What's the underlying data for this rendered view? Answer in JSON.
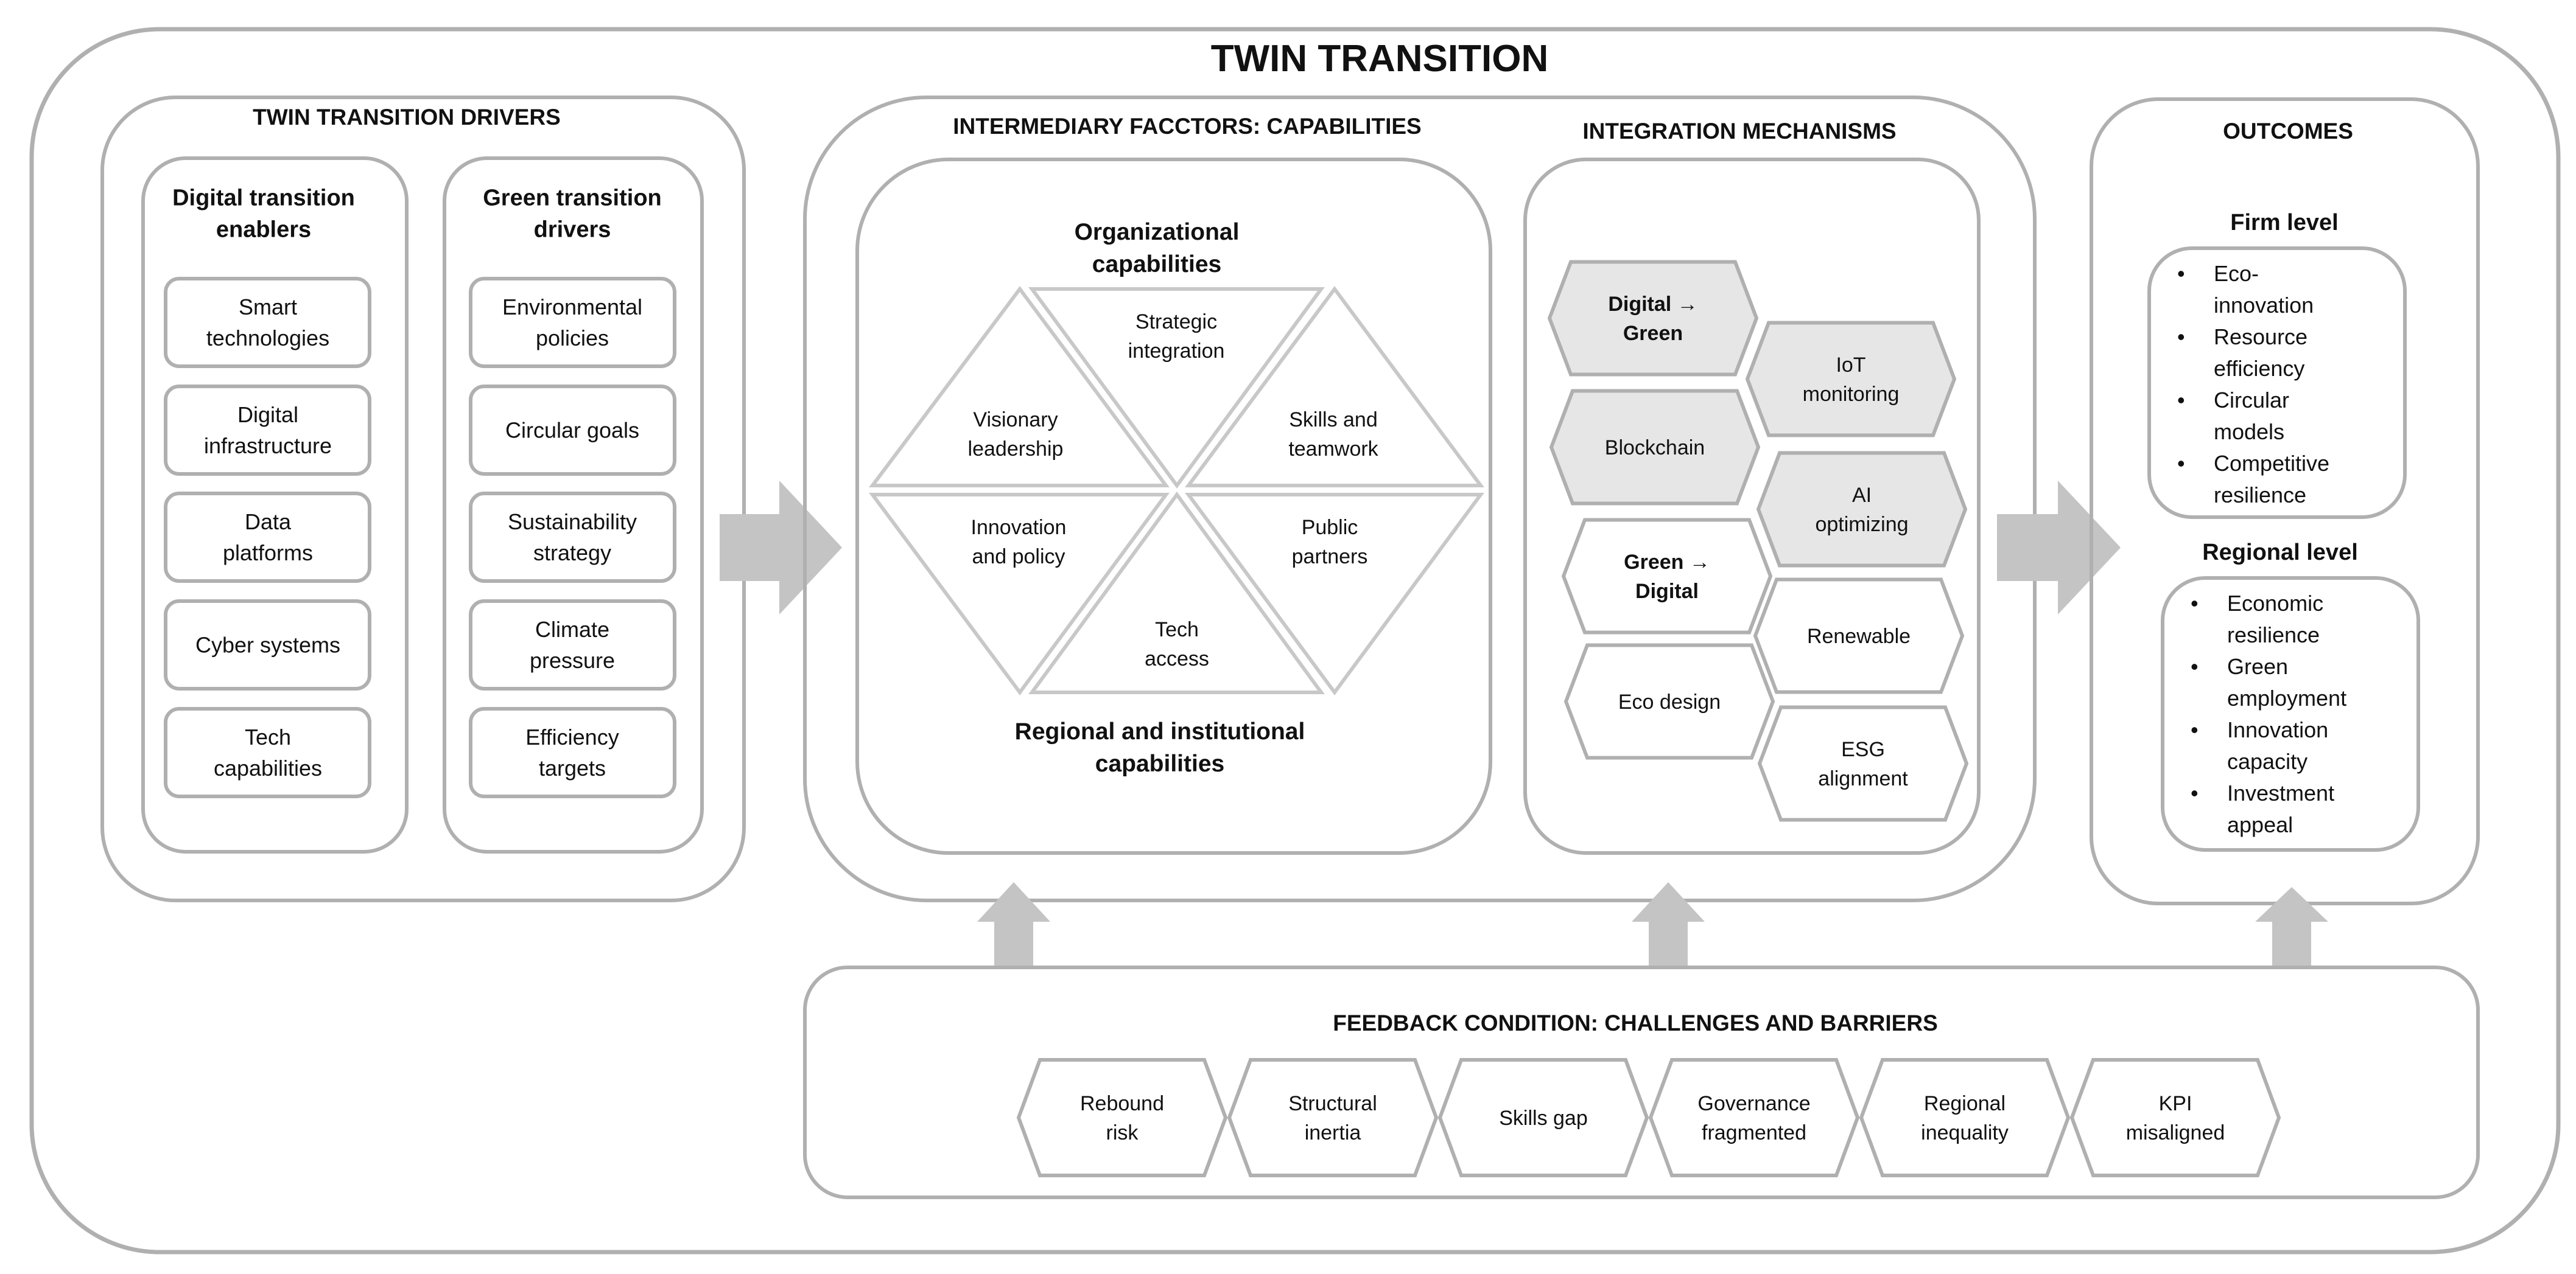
{
  "title": "TWIN TRANSITION",
  "drivers": {
    "heading": "TWIN TRANSITION DRIVERS",
    "digital": {
      "heading": [
        "Digital transition",
        "enablers"
      ],
      "items": [
        [
          "Smart",
          "technologies"
        ],
        [
          "Digital",
          "infrastructure"
        ],
        [
          "Data",
          "platforms"
        ],
        [
          "Cyber systems"
        ],
        [
          "Tech",
          "capabilities"
        ]
      ]
    },
    "green": {
      "heading": [
        "Green transition",
        "drivers"
      ],
      "items": [
        [
          "Environmental",
          "policies"
        ],
        [
          "Circular goals"
        ],
        [
          "Sustainability",
          "strategy"
        ],
        [
          "Climate",
          "pressure"
        ],
        [
          "Efficiency",
          "targets"
        ]
      ]
    }
  },
  "capabilities": {
    "heading": "INTERMEDIARY FACCTORS: CAPABILITIES",
    "top_label": [
      "Organizational",
      "capabilities"
    ],
    "bottom_label": [
      "Regional and institutional",
      "capabilities"
    ],
    "triangles": [
      [
        "Visionary",
        "leadership"
      ],
      [
        "Strategic",
        "integration"
      ],
      [
        "Skills and",
        "teamwork"
      ],
      [
        "Innovation",
        "and policy"
      ],
      [
        "Tech",
        "access"
      ],
      [
        "Public",
        "partners"
      ]
    ]
  },
  "integration": {
    "heading": "INTEGRATION MECHANISMS",
    "left": [
      {
        "text": [
          "Digital →",
          "Green"
        ],
        "bold": true,
        "shaded": true
      },
      {
        "text": [
          "Blockchain"
        ],
        "bold": false,
        "shaded": true
      },
      {
        "text": [
          "Green →",
          "Digital"
        ],
        "bold": true,
        "shaded": false
      },
      {
        "text": [
          "Eco design"
        ],
        "bold": false,
        "shaded": false
      }
    ],
    "right": [
      {
        "text": [
          "IoT",
          "monitoring"
        ],
        "bold": false,
        "shaded": true
      },
      {
        "text": [
          "AI",
          "optimizing"
        ],
        "bold": false,
        "shaded": true
      },
      {
        "text": [
          "Renewable"
        ],
        "bold": false,
        "shaded": false
      },
      {
        "text": [
          "ESG",
          "alignment"
        ],
        "bold": false,
        "shaded": false
      }
    ]
  },
  "outcomes": {
    "heading": "OUTCOMES",
    "firm": {
      "heading": "Firm level",
      "items": [
        [
          "Eco-",
          "innovation"
        ],
        [
          "Resource",
          "efficiency"
        ],
        [
          "Circular",
          "models"
        ],
        [
          "Competitive",
          "resilience"
        ]
      ]
    },
    "regional": {
      "heading": "Regional level",
      "items": [
        [
          "Economic",
          "resilience"
        ],
        [
          "Green",
          "employment"
        ],
        [
          "Innovation",
          "capacity"
        ],
        [
          "Investment",
          "appeal"
        ]
      ]
    }
  },
  "feedback": {
    "heading": "FEEDBACK CONDITION: CHALLENGES AND BARRIERS",
    "items": [
      [
        "Rebound",
        "risk"
      ],
      [
        "Structural",
        "inertia"
      ],
      [
        "Skills gap"
      ],
      [
        "Governance",
        "fragmented"
      ],
      [
        "Regional",
        "inequality"
      ],
      [
        "KPI",
        "misaligned"
      ]
    ]
  },
  "colors": {
    "border": "#b0b0b0",
    "arrow": "#c4c4c4",
    "shaded": "#e6e6e6",
    "text": "#111111"
  }
}
